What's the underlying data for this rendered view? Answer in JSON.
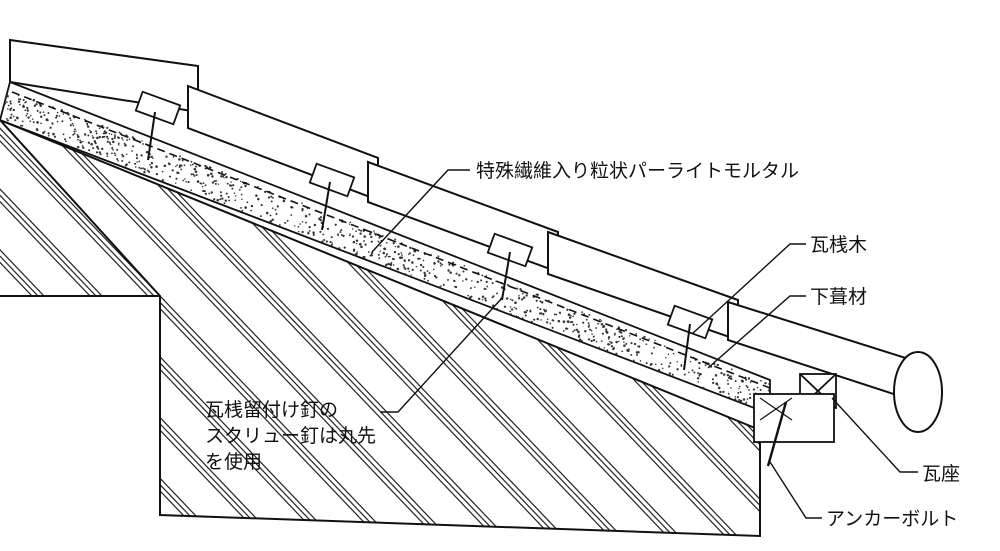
{
  "labels": {
    "mortar": "特殊繊維入り粒状パーライトモルタル",
    "batten": "瓦桟木",
    "underlay": "下葺材",
    "nail_note_line1": "瓦桟留付け釘の",
    "nail_note_line2": "スクリュー釘は丸先",
    "nail_note_line3": "を使用",
    "tile_seat": "瓦座",
    "anchor_bolt": "アンカーボルト"
  }
}
